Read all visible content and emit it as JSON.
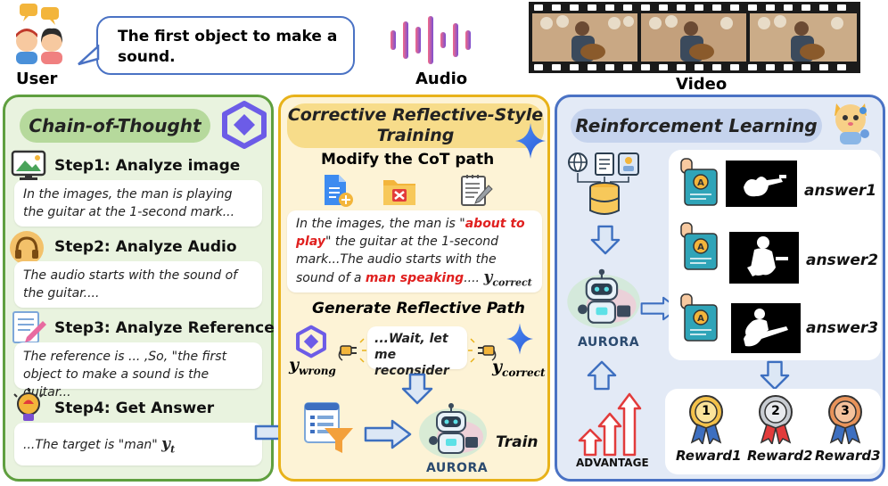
{
  "top": {
    "user_label": "User",
    "query": "The first object to make a sound.",
    "audio_label": "Audio",
    "video_label": "Video"
  },
  "cot": {
    "title": "Chain-of-Thought",
    "step1_title": "Step1: Analyze image",
    "step1_text": "In the images, the man is playing the guitar at the 1-second mark...",
    "step2_title": "Step2: Analyze Audio",
    "step2_text": "The audio starts with the sound of the guitar....",
    "step3_title": "Step3: Analyze Reference",
    "step3_text": "The reference is ... ,So, \"the first object to make a sound is the guitar...",
    "step4_title": "Step4: Get Answer",
    "step4_text": "...The target is \"man\"",
    "step4_var": "y",
    "step4_var_sub": "t"
  },
  "crt": {
    "title": "Corrective Reflective-Style Training",
    "modify_title": "Modify the CoT path",
    "corrected_text_1": "In the images, the man is \"",
    "corrected_highlight_1": "about to play",
    "corrected_text_2": "\" the guitar at the 1-second mark...The audio starts with the sound of a ",
    "corrected_highlight_2": "man speaking",
    "corrected_text_3": "....",
    "y_correct": "y",
    "y_correct_sub": "correct",
    "reflect_title": "Generate Reflective Path",
    "y_wrong": "y",
    "y_wrong_sub": "wrong",
    "reflect_text": "...Wait, let me reconsider",
    "y_correct2": "y",
    "y_correct2_sub": "correct",
    "train_label": "Train",
    "aurora_label": "AURORA"
  },
  "rl": {
    "title": "Reinforcement Learning",
    "aurora_label": "AURORA",
    "advantage_label": "ADVANTAGE",
    "answers": [
      "answer1",
      "answer2",
      "answer3"
    ],
    "rewards": [
      "Reward1",
      "Reward2",
      "Reward3"
    ],
    "medal_numbers": [
      "1",
      "2",
      "3"
    ]
  },
  "colors": {
    "cot_border": "#5f9f3f",
    "cot_bg": "#e9f3df",
    "crt_border": "#e8b21a",
    "crt_bg": "#fdf3d6",
    "rl_border": "#4a72c4",
    "rl_bg": "#e3eaf6",
    "arrow_fill": "#dce7f5",
    "arrow_stroke": "#3d6fc0",
    "highlight_red": "#e0201f"
  }
}
